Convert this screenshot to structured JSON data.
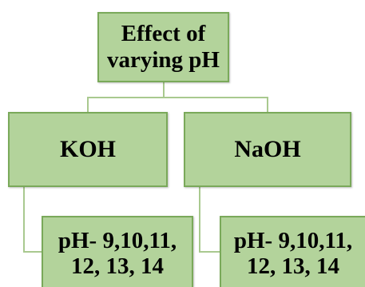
{
  "diagram": {
    "root": {
      "label": "Effect of\nvarying pH"
    },
    "children": [
      {
        "label": "KOH",
        "detail": "pH- 9,10,11,\n12, 13, 14"
      },
      {
        "label": "NaOH",
        "detail": "pH- 9,10,11,\n12, 13, 14"
      }
    ],
    "colors": {
      "box_fill": "#b3d39b",
      "box_border": "#7aa95a",
      "connector": "#a9c98f"
    }
  }
}
